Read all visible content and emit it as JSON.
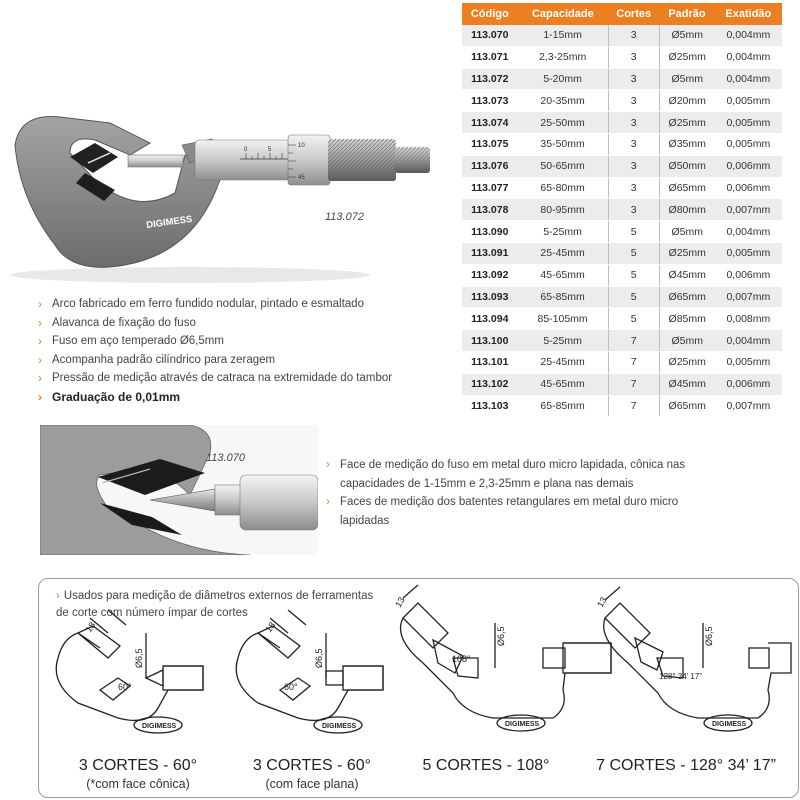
{
  "table": {
    "headers": [
      "Código",
      "Capacidade",
      "Cortes",
      "Padrão",
      "Exatidão"
    ],
    "rows": [
      [
        "113.070",
        "1-15mm",
        "3",
        "Ø5mm",
        "0,004mm"
      ],
      [
        "113.071",
        "2,3-25mm",
        "3",
        "Ø25mm",
        "0,004mm"
      ],
      [
        "113.072",
        "5-20mm",
        "3",
        "Ø5mm",
        "0,004mm"
      ],
      [
        "113.073",
        "20-35mm",
        "3",
        "Ø20mm",
        "0,005mm"
      ],
      [
        "113.074",
        "25-50mm",
        "3",
        "Ø25mm",
        "0,005mm"
      ],
      [
        "113.075",
        "35-50mm",
        "3",
        "Ø35mm",
        "0,005mm"
      ],
      [
        "113.076",
        "50-65mm",
        "3",
        "Ø50mm",
        "0,006mm"
      ],
      [
        "113.077",
        "65-80mm",
        "3",
        "Ø65mm",
        "0,006mm"
      ],
      [
        "113.078",
        "80-95mm",
        "3",
        "Ø80mm",
        "0,007mm"
      ],
      [
        "113.090",
        "5-25mm",
        "5",
        "Ø5mm",
        "0,004mm"
      ],
      [
        "113.091",
        "25-45mm",
        "5",
        "Ø25mm",
        "0,005mm"
      ],
      [
        "113.092",
        "45-65mm",
        "5",
        "Ø45mm",
        "0,006mm"
      ],
      [
        "113.093",
        "65-85mm",
        "5",
        "Ø65mm",
        "0,007mm"
      ],
      [
        "113.094",
        "85-105mm",
        "5",
        "Ø85mm",
        "0,008mm"
      ],
      [
        "113.100",
        "5-25mm",
        "7",
        "Ø5mm",
        "0,004mm"
      ],
      [
        "113.101",
        "25-45mm",
        "7",
        "Ø25mm",
        "0,005mm"
      ],
      [
        "113.102",
        "45-65mm",
        "7",
        "Ø45mm",
        "0,006mm"
      ],
      [
        "113.103",
        "65-85mm",
        "7",
        "Ø65mm",
        "0,007mm"
      ]
    ]
  },
  "hero": {
    "code": "113.072",
    "brand": "DIGIMESS",
    "scale": [
      "0",
      "5",
      "10",
      "45"
    ]
  },
  "features": [
    "Arco fabricado em ferro fundido nodular, pintado e esmaltado",
    "Alavanca de fixação do fuso",
    "Fuso em aço temperado Ø6,5mm",
    "Acompanha padrão cilíndrico para zeragem",
    "Pressão de medição através de catraca na extremidade do tambor",
    "Graduação de 0,01mm"
  ],
  "detail": {
    "code": "113.070",
    "notes": [
      "Face de medição do fuso em metal duro micro lapidada, cônica nas capacidades de 1-15mm e 2,3-25mm e plana nas demais",
      "Faces de medição dos batentes retangulares em metal duro micro lapidadas"
    ]
  },
  "usage_note": "Usados para medição de diâmetros externos de ferramentas de corte com número ímpar de cortes",
  "diagrams": [
    {
      "dim_a": "18",
      "dim_b": "Ø6,5",
      "angle": "60°",
      "brand": "DIGIMESS",
      "caption": "3 CORTES - 60°",
      "subcaption": "(*com face cônica)"
    },
    {
      "dim_a": "18",
      "dim_b": "Ø6,5",
      "angle": "60°",
      "brand": "DIGIMESS",
      "caption": "3 CORTES - 60°",
      "subcaption": "(com face plana)"
    },
    {
      "dim_a": "13",
      "dim_b": "Ø6,5",
      "angle": "108°",
      "brand": "DIGIMESS",
      "caption": "5 CORTES - 108°",
      "subcaption": ""
    },
    {
      "dim_a": "13",
      "dim_b": "Ø6,5",
      "angle": "128° 34’ 17”",
      "brand": "DIGIMESS",
      "caption": "7 CORTES - 128° 34’ 17”",
      "subcaption": ""
    }
  ],
  "colors": {
    "accent": "#eb7f22",
    "frame": "#8a8c8e",
    "row_alt": "#ececec"
  }
}
